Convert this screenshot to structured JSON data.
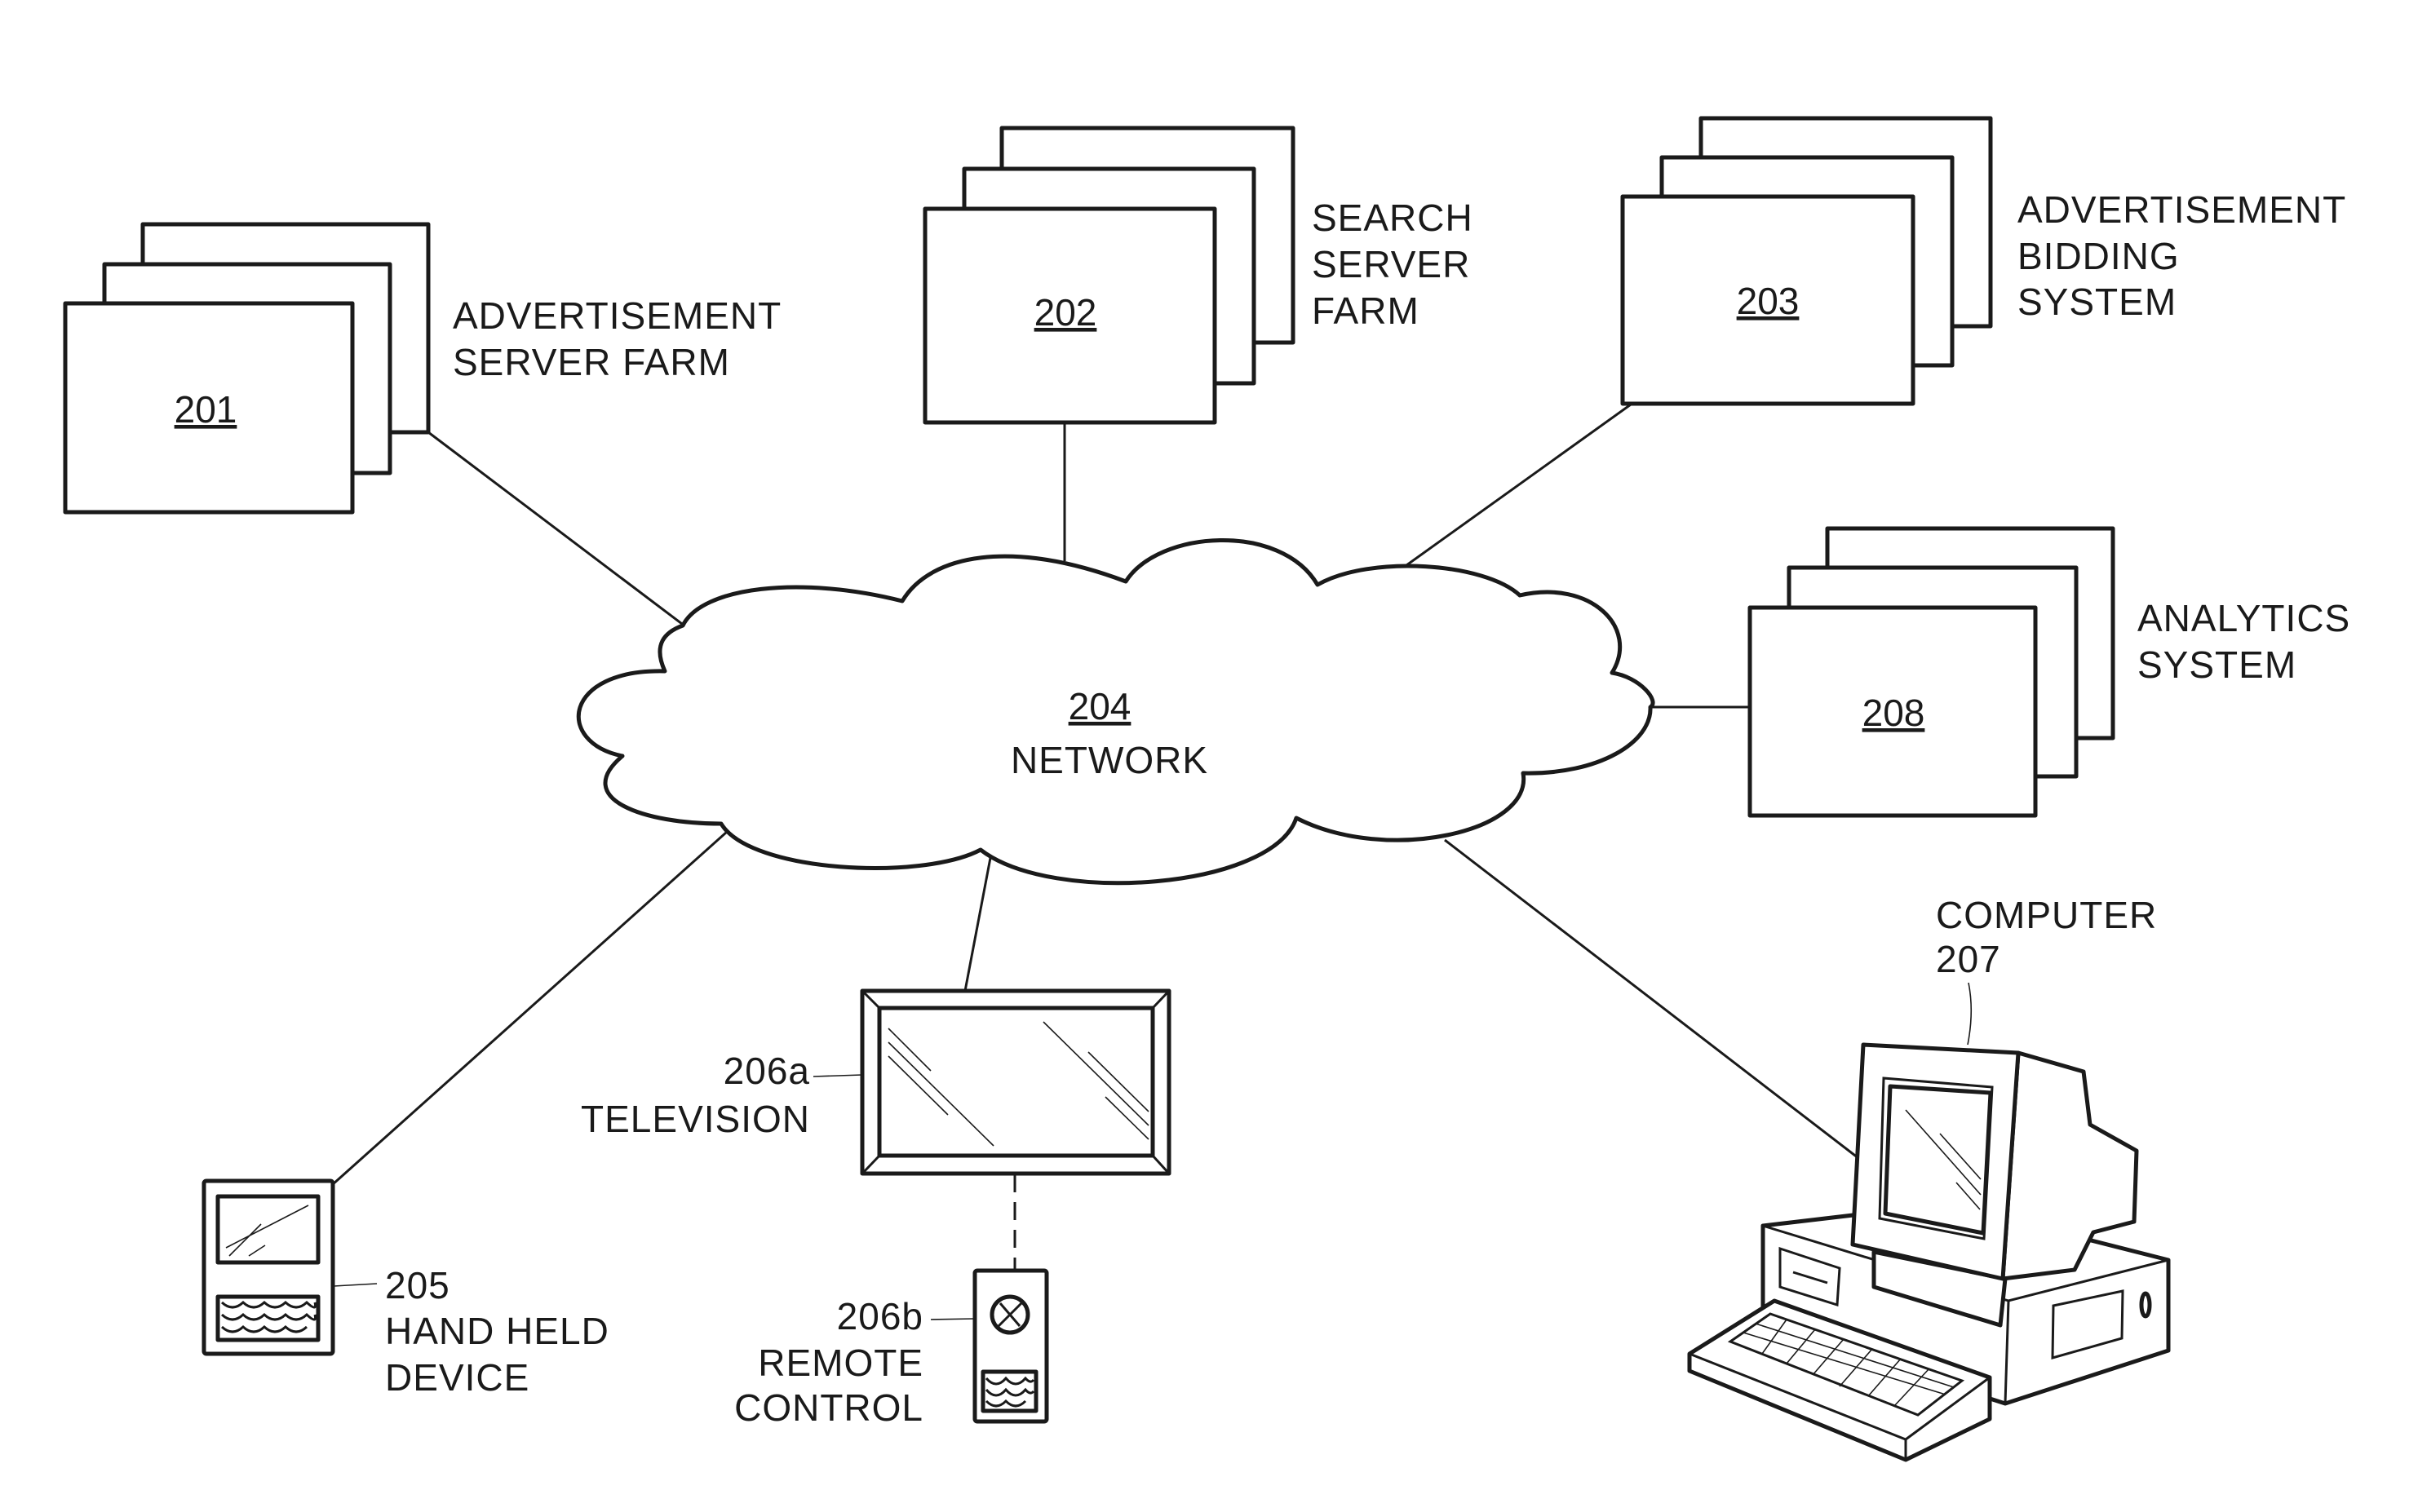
{
  "figure": {
    "nodes": [
      {
        "id": "201",
        "label_lines": [
          "ADVERTISEMENT",
          "SERVER FARM"
        ],
        "type": "server-stack"
      },
      {
        "id": "202",
        "label_lines": [
          "SEARCH",
          "SERVER",
          "FARM"
        ],
        "type": "server-stack"
      },
      {
        "id": "203",
        "label_lines": [
          "ADVERTISEMENT",
          "BIDDING",
          "SYSTEM"
        ],
        "type": "server-stack"
      },
      {
        "id": "208",
        "label_lines": [
          "ANALYTICS",
          "SYSTEM"
        ],
        "type": "server-stack"
      },
      {
        "id": "204",
        "label_lines": [
          "NETWORK"
        ],
        "type": "cloud"
      },
      {
        "id": "205",
        "label_lines": [
          "HAND HELD",
          "DEVICE"
        ],
        "type": "handheld"
      },
      {
        "id": "206a",
        "label_lines": [
          "TELEVISION"
        ],
        "type": "television"
      },
      {
        "id": "206b",
        "label_lines": [
          "REMOTE",
          "CONTROL"
        ],
        "type": "remote"
      },
      {
        "id": "207",
        "label_lines": [
          "COMPUTER"
        ],
        "type": "computer"
      }
    ],
    "edges": [
      {
        "from": "201",
        "to": "204",
        "style": "solid"
      },
      {
        "from": "202",
        "to": "204",
        "style": "solid"
      },
      {
        "from": "203",
        "to": "204",
        "style": "solid"
      },
      {
        "from": "208",
        "to": "204",
        "style": "solid"
      },
      {
        "from": "205",
        "to": "204",
        "style": "solid"
      },
      {
        "from": "206a",
        "to": "204",
        "style": "solid"
      },
      {
        "from": "207",
        "to": "204",
        "style": "solid"
      },
      {
        "from": "206a",
        "to": "206b",
        "style": "dashed"
      }
    ]
  },
  "labels": {
    "n201": {
      "ref": "201",
      "l1": "ADVERTISEMENT",
      "l2": "SERVER FARM"
    },
    "n202": {
      "ref": "202",
      "l1": "SEARCH",
      "l2": "SERVER",
      "l3": "FARM"
    },
    "n203": {
      "ref": "203",
      "l1": "ADVERTISEMENT",
      "l2": "BIDDING",
      "l3": "SYSTEM"
    },
    "n204": {
      "ref": "204",
      "l1": "NETWORK"
    },
    "n205": {
      "ref": "205",
      "l1": "HAND HELD",
      "l2": "DEVICE"
    },
    "n206a": {
      "ref": "206a",
      "l1": "TELEVISION"
    },
    "n206b": {
      "ref": "206b",
      "l1": "REMOTE",
      "l2": "CONTROL"
    },
    "n207": {
      "ref": "207",
      "l1": "COMPUTER"
    },
    "n208": {
      "ref": "208",
      "l1": "ANALYTICS",
      "l2": "SYSTEM"
    }
  },
  "colors": {
    "ink": "#1a1a1a",
    "paper": "#ffffff"
  }
}
